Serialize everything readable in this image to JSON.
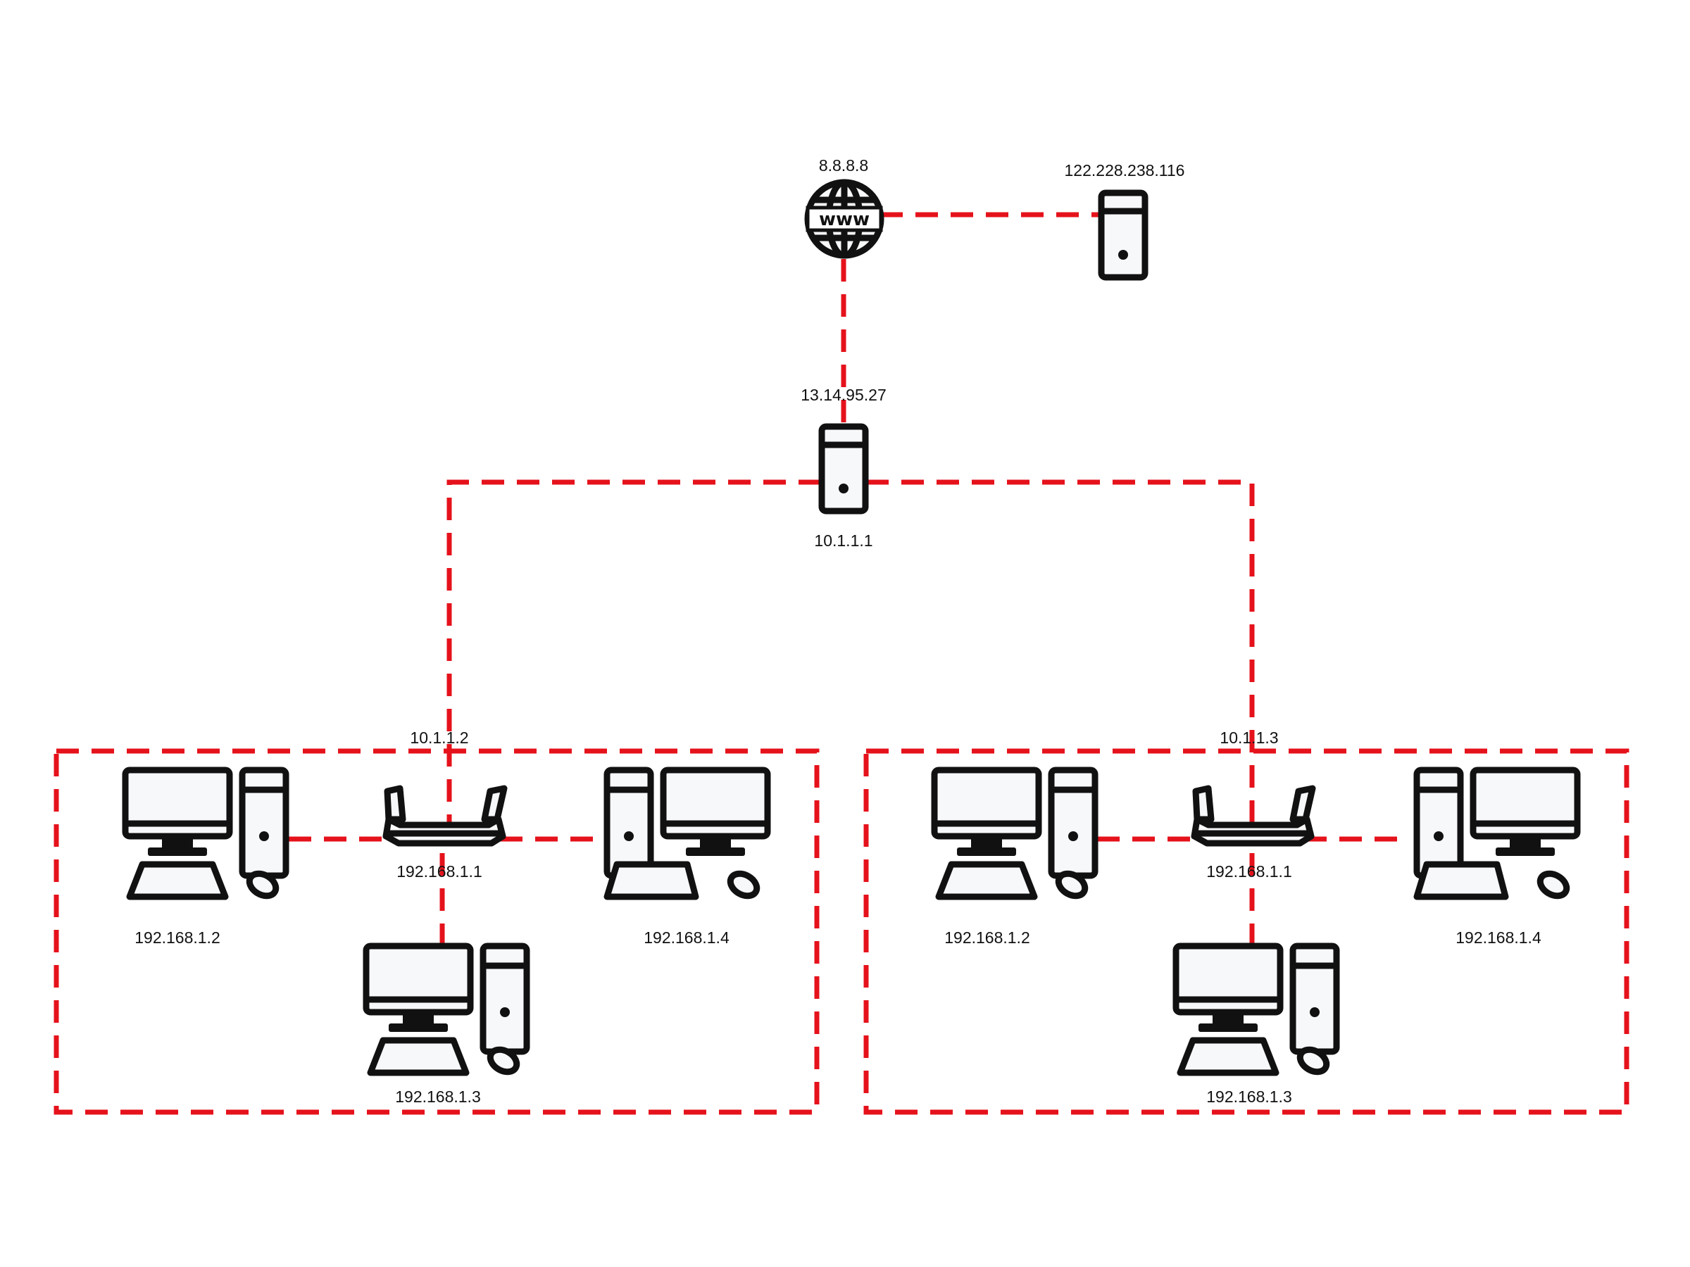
{
  "colors": {
    "link": "#e5121b",
    "icon": "#111111",
    "background": "#ffffff"
  },
  "internet": {
    "icon": "globe-www-icon",
    "ip": "8.8.8.8",
    "text": "www"
  },
  "remote_server": {
    "icon": "server-icon",
    "ip": "122.228.238.116"
  },
  "gateway": {
    "icon": "server-icon",
    "wan_ip": "13.14.95.27",
    "lan_ip": "10.1.1.1"
  },
  "networks": [
    {
      "router": {
        "icon": "router-icon",
        "wan_ip": "10.1.1.2",
        "lan_ip": "192.168.1.1"
      },
      "hosts": [
        {
          "icon": "desktop-computer-icon",
          "ip": "192.168.1.2"
        },
        {
          "icon": "desktop-computer-icon",
          "ip": "192.168.1.4"
        },
        {
          "icon": "desktop-computer-icon",
          "ip": "192.168.1.3"
        }
      ]
    },
    {
      "router": {
        "icon": "router-icon",
        "wan_ip": "10.1.1.3",
        "lan_ip": "192.168.1.1"
      },
      "hosts": [
        {
          "icon": "desktop-computer-icon",
          "ip": "192.168.1.2"
        },
        {
          "icon": "desktop-computer-icon",
          "ip": "192.168.1.4"
        },
        {
          "icon": "desktop-computer-icon",
          "ip": "192.168.1.3"
        }
      ]
    }
  ]
}
